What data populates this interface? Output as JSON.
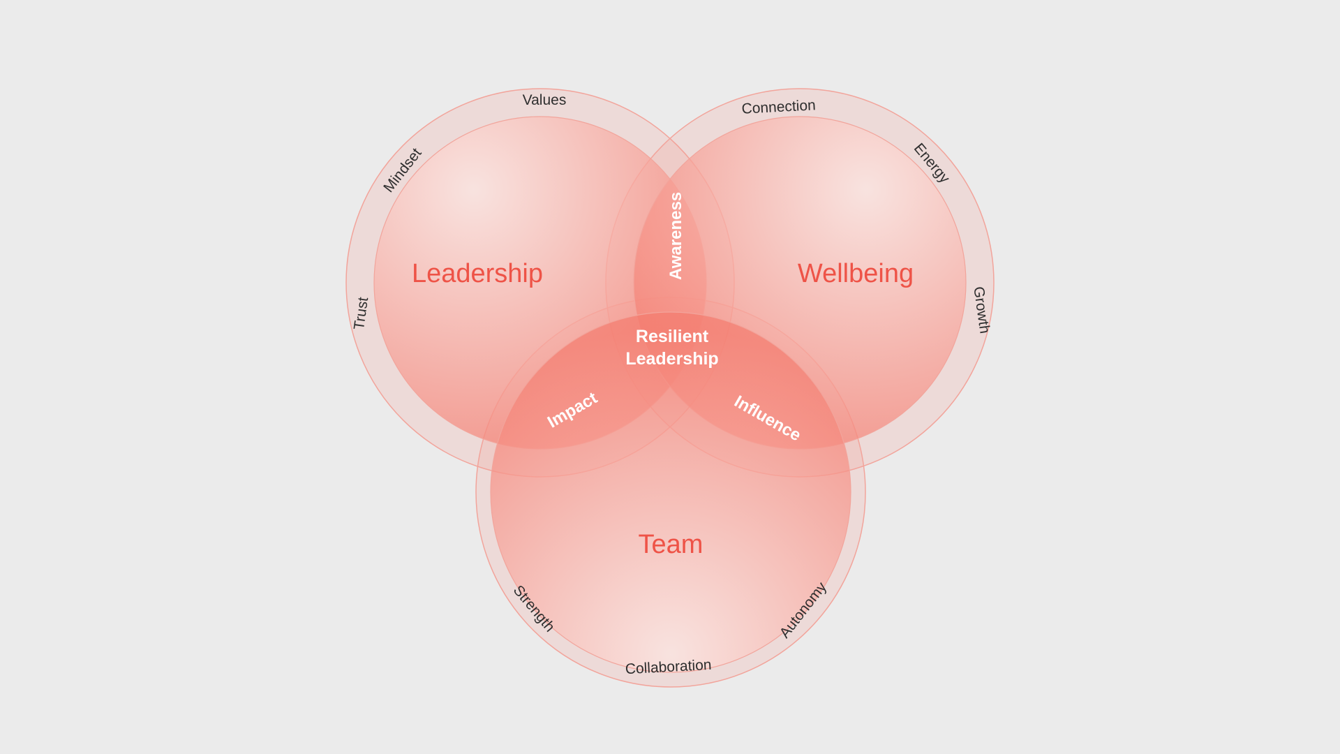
{
  "background_color": "#ebebeb",
  "accent_color": "#ee5347",
  "ring_stroke_color": "#f2a49b",
  "circles": [
    {
      "id": "leadership",
      "title": "Leadership",
      "ring_labels": [
        "Values",
        "Mindset",
        "Trust"
      ]
    },
    {
      "id": "wellbeing",
      "title": "Wellbeing",
      "ring_labels": [
        "Connection",
        "Energy",
        "Growth"
      ]
    },
    {
      "id": "team",
      "title": "Team",
      "ring_labels": [
        "Strength",
        "Collaboration",
        "Autonomy"
      ]
    }
  ],
  "overlaps": {
    "leadership_wellbeing": "Awareness",
    "leadership_team": "Impact",
    "wellbeing_team": "Influence"
  },
  "center": {
    "line1": "Resilient",
    "line2": "Leadership"
  }
}
